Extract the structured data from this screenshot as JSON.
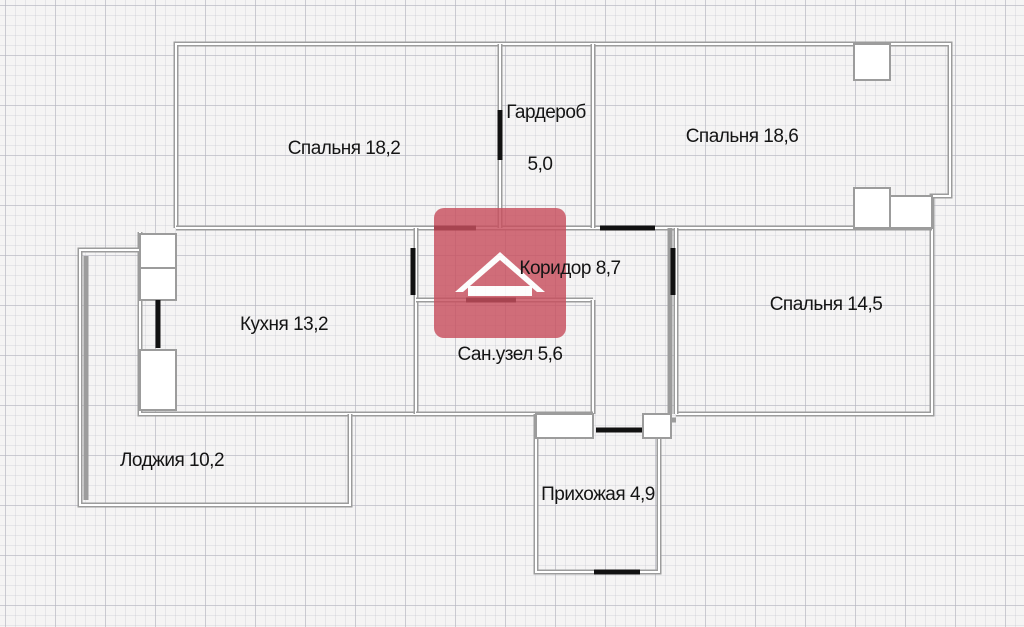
{
  "plan": {
    "rooms": {
      "bedroom_1": {
        "label": "Спальня 18,2"
      },
      "wardrobe": {
        "label_line1": "Гардероб",
        "label_line2": "5,0"
      },
      "bedroom_2": {
        "label": "Спальня 18,6"
      },
      "corridor": {
        "label": "Коридор 8,7"
      },
      "kitchen": {
        "label": "Кухня 13,2"
      },
      "bathroom": {
        "label": "Сан.узел 5,6"
      },
      "bedroom_3": {
        "label": "Спальня 14,5"
      },
      "loggia": {
        "label": "Лоджия 10,2"
      },
      "hallway": {
        "label": "Прихожая 4,9"
      }
    },
    "watermark_color": "#c8505f",
    "wall_color": "#9c9c9c",
    "door_color": "#111111"
  }
}
